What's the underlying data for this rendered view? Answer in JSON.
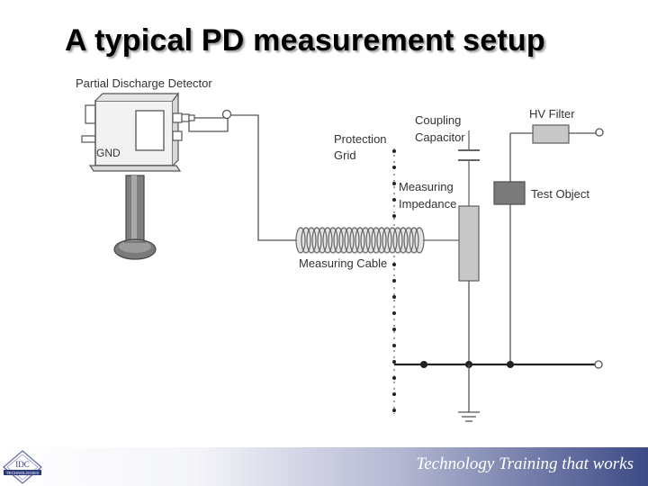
{
  "title": "A typical PD measurement setup",
  "diagram": {
    "labels": {
      "pd_detector": "Partial Discharge Detector",
      "gnd": "GND",
      "protection": "Protection",
      "grid": "Grid",
      "coupling": "Coupling",
      "capacitor": "Capacitor",
      "hv_filter": "HV Filter",
      "test_object": "Test Object",
      "measuring": "Measuring",
      "impedance": "Impedance",
      "measuring_cable": "Measuring Cable"
    }
  },
  "footer": {
    "text": "Technology Training that works",
    "logo_lettering": [
      "IDC",
      "TECHNOLOGIES"
    ]
  },
  "colors": {
    "footer_dark": "#3c4a86",
    "component_fill": "#c8c8c8",
    "test_object_fill": "#7a7a7a"
  }
}
